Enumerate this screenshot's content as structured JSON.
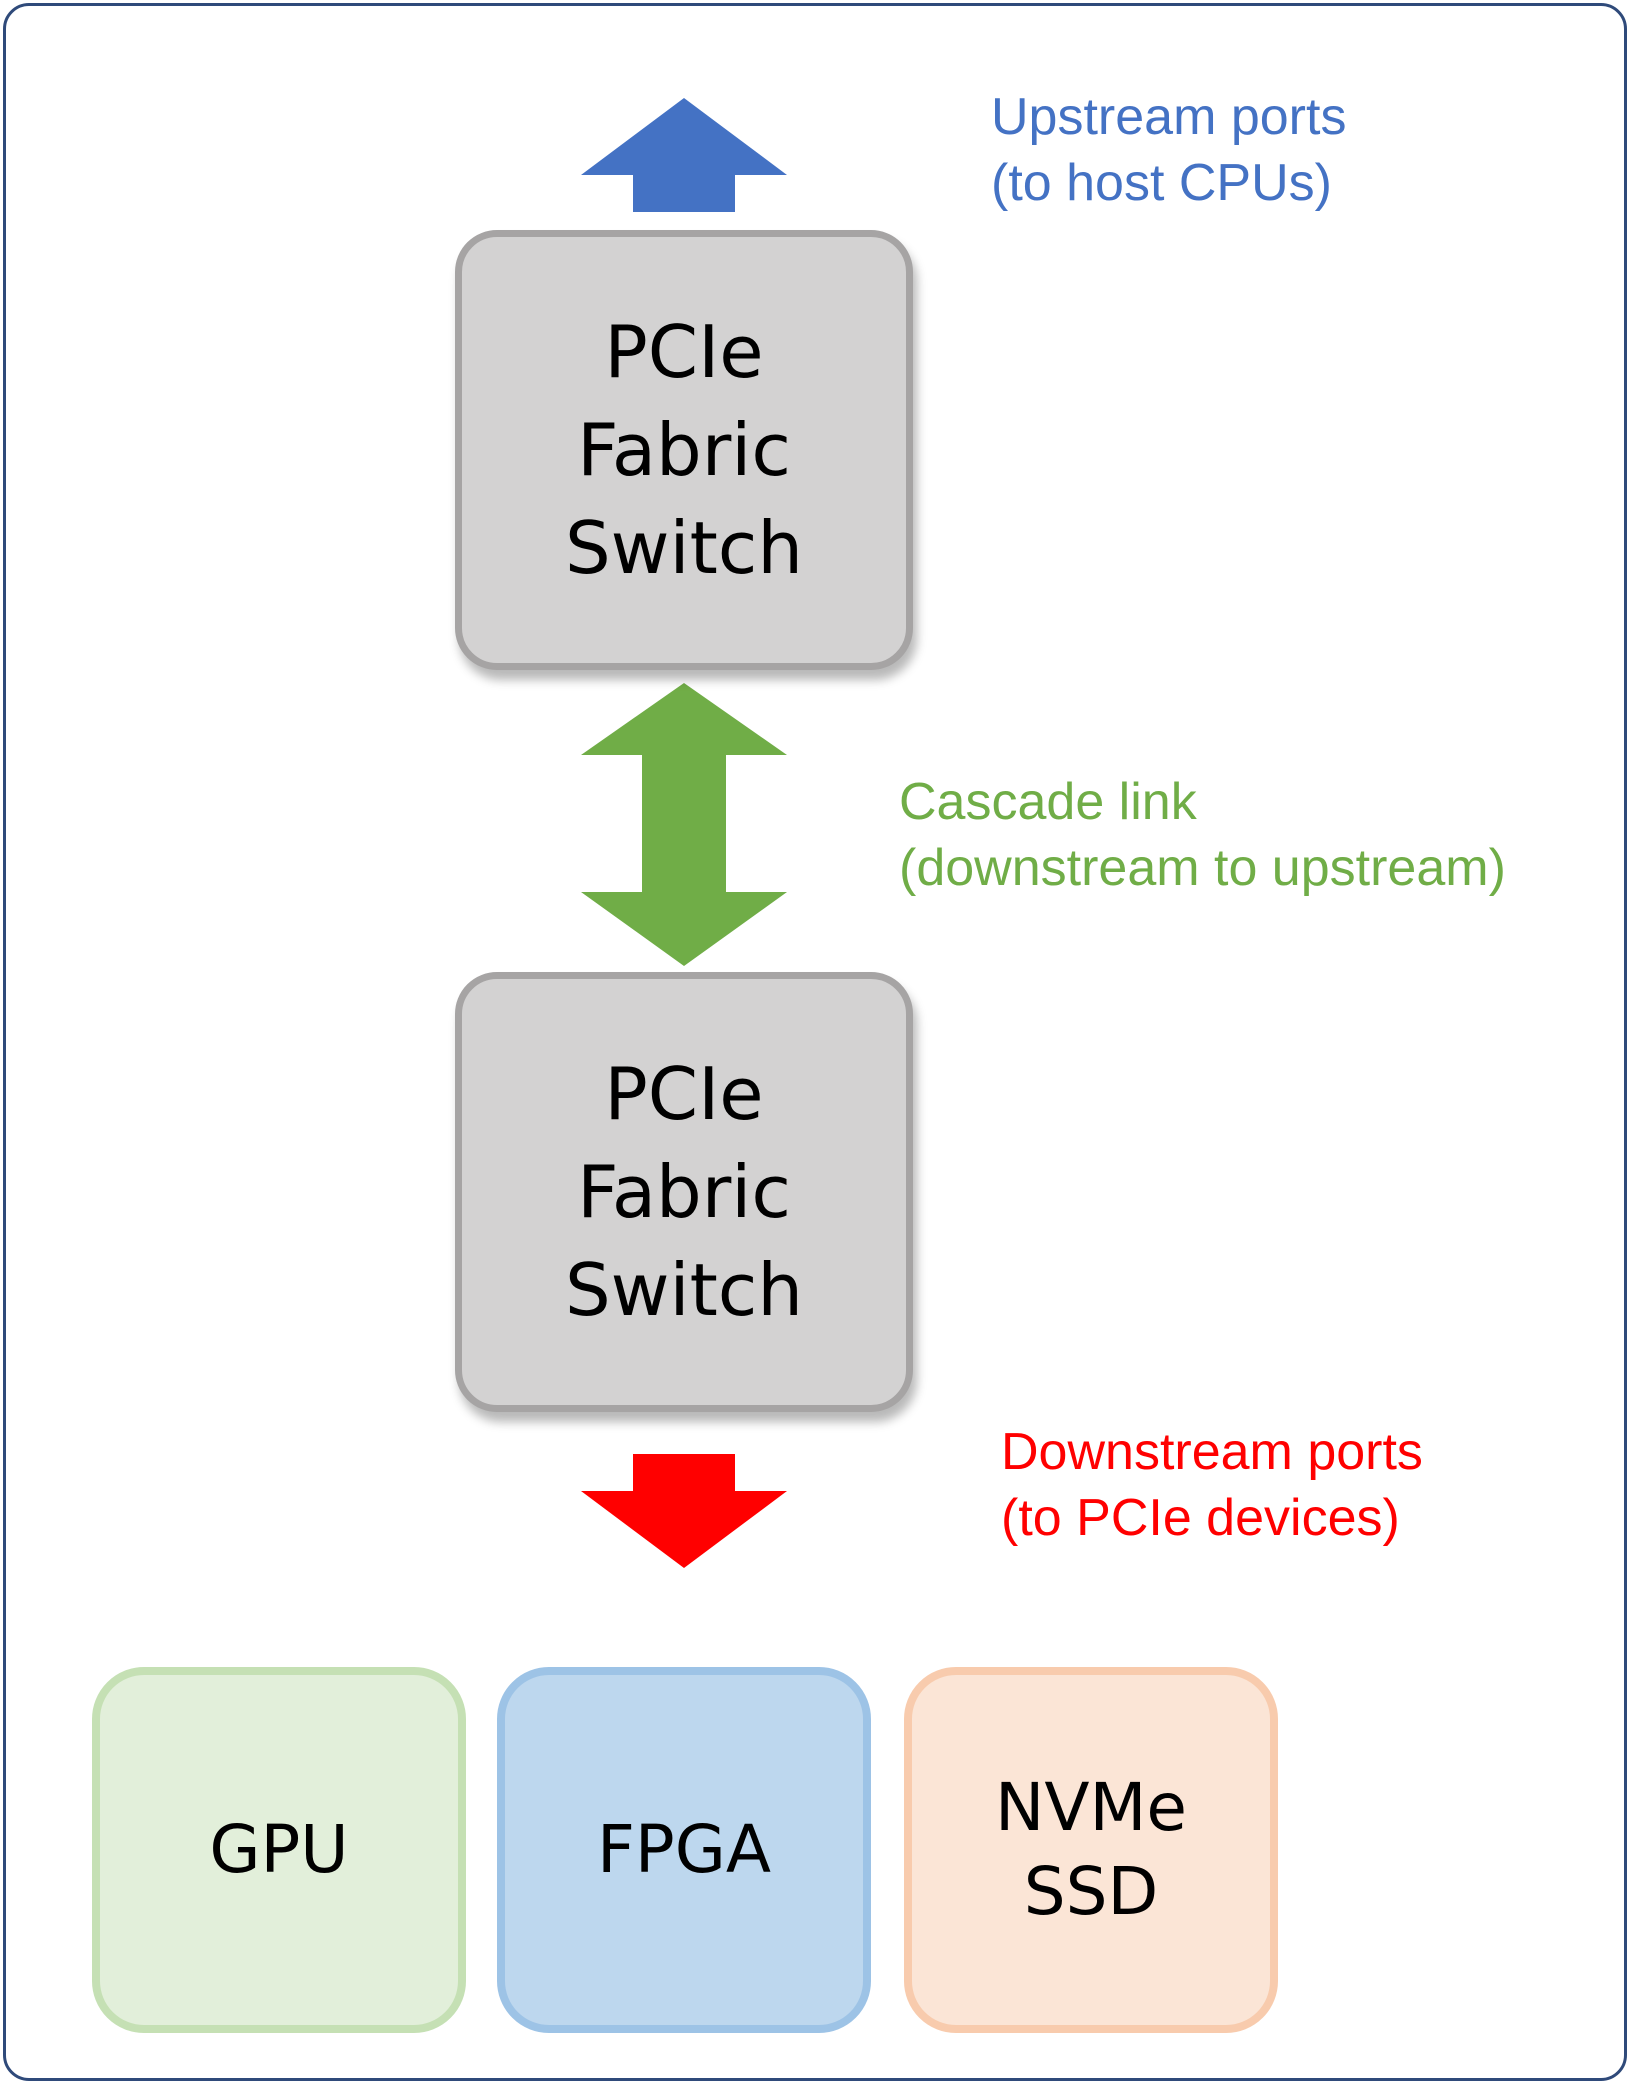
{
  "colors": {
    "frame": "#2f4a7a",
    "upstream": "#4472c4",
    "cascade": "#70ad47",
    "downstream": "#ff0000",
    "switch_fill": "#d3d2d2",
    "switch_border": "#a6a4a4",
    "gpu_fill": "#e2efda",
    "gpu_border": "#c5e0b4",
    "fpga_fill": "#bdd7ee",
    "fpga_border": "#9dc3e6",
    "ssd_fill": "#fbe5d6",
    "ssd_border": "#f8cbad"
  },
  "labels": {
    "upstream": [
      "Upstream ports",
      "(to host CPUs)"
    ],
    "cascade": [
      "Cascade link",
      "(downstream to upstream)"
    ],
    "downstream": [
      "Downstream ports",
      "(to PCIe devices)"
    ]
  },
  "switches": [
    {
      "lines": [
        "PCIe",
        "Fabric",
        "Switch"
      ]
    },
    {
      "lines": [
        "PCIe",
        "Fabric",
        "Switch"
      ]
    }
  ],
  "devices": [
    {
      "lines": [
        "GPU"
      ]
    },
    {
      "lines": [
        "FPGA"
      ]
    },
    {
      "lines": [
        "NVMe",
        "SSD"
      ]
    }
  ]
}
